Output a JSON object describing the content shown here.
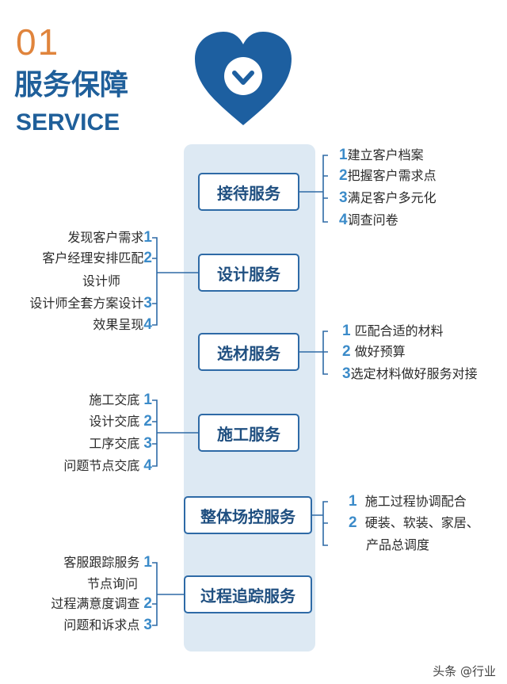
{
  "header": {
    "number": "01",
    "title": "服务保障",
    "subtitle": "SERVICE"
  },
  "colors": {
    "primary": "#1f5f9a",
    "accent_orange": "#e0843c",
    "number_blue": "#3b8bc9",
    "panel_bg": "#dde9f3"
  },
  "icon": "heart-check-icon",
  "services": [
    {
      "label": "接待服务"
    },
    {
      "label": "设计服务"
    },
    {
      "label": "选材服务"
    },
    {
      "label": "施工服务"
    },
    {
      "label": "整体场控服务"
    },
    {
      "label": "过程追踪服务"
    }
  ],
  "reception_items": [
    {
      "num": "1",
      "text": "建立客户档案"
    },
    {
      "num": "2",
      "text": "把握客户需求点"
    },
    {
      "num": "3",
      "text": "满足客户多元化"
    },
    {
      "num": "4",
      "text": "调查问卷"
    }
  ],
  "design_items": [
    {
      "num": "1",
      "text": "发现客户需求"
    },
    {
      "num": "2",
      "text": "客户经理安排匹配"
    },
    {
      "num": "",
      "text": "设计师"
    },
    {
      "num": "3",
      "text": "设计师全套方案设计"
    },
    {
      "num": "4",
      "text": "效果呈现"
    }
  ],
  "material_items": [
    {
      "num": "1",
      "text": "匹配合适的材料"
    },
    {
      "num": "2",
      "text": "做好预算"
    },
    {
      "num": "3",
      "text": "选定材料做好服务对接"
    }
  ],
  "construction_items": [
    {
      "num": "1",
      "text": "施工交底"
    },
    {
      "num": "2",
      "text": "设计交底"
    },
    {
      "num": "3",
      "text": "工序交底"
    },
    {
      "num": "4",
      "text": "问题节点交底"
    }
  ],
  "control_items": [
    {
      "num": "1",
      "text": "施工过程协调配合"
    },
    {
      "num": "2",
      "text": "硬装、软装、家居、"
    },
    {
      "num": "",
      "text": "产品总调度"
    }
  ],
  "tracking_items": [
    {
      "num": "1",
      "text": "客服跟踪服务"
    },
    {
      "num": "",
      "text": "节点询问"
    },
    {
      "num": "2",
      "text": "过程满意度调查"
    },
    {
      "num": "3",
      "text": "问题和诉求点"
    }
  ],
  "watermark": "头条 @行业"
}
